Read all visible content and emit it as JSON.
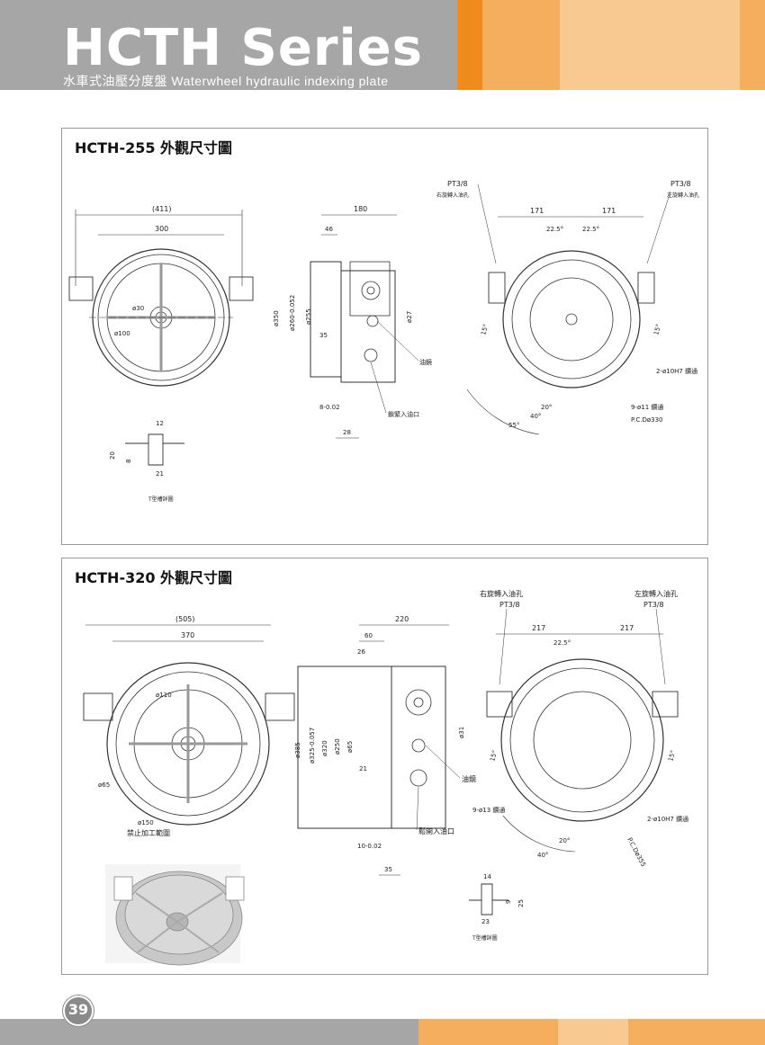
{
  "header": {
    "title": "HCTH Series",
    "subtitle": "水車式油壓分度盤 Waterwheel hydraulic indexing plate",
    "colors": {
      "gray": "#a6a6a6",
      "orange_dark": "#ef8a1c",
      "orange_mid": "#f5ad5e",
      "orange_light": "#f8c990"
    }
  },
  "section1": {
    "title": "HCTH-255 外觀尺寸圖",
    "front": {
      "d411": "(411)",
      "d300": "300",
      "phi30": "ø30",
      "phi100": "ø100"
    },
    "side": {
      "d180": "180",
      "d46": "46",
      "phi350": "ø350",
      "phi260": "ø260-0.052",
      "phi255": "ø255",
      "d35": "35",
      "phi27": "ø27",
      "oil_window": "油鏡",
      "d8": "8-0.02",
      "clamp_port": "鎖緊入油口",
      "d28": "28"
    },
    "rear": {
      "pt_left": "PT3/8",
      "pt_left_note": "右旋轉入油孔",
      "pt_right": "PT3/8",
      "pt_right_note": "左旋轉入油孔",
      "d171a": "171",
      "d171b": "171",
      "a225a": "22.5°",
      "a225b": "22.5°",
      "a15a": "15°",
      "a15b": "15°",
      "holes1": "2-ø10H7 鑽通",
      "a20": "20°",
      "holes2": "9-ø11 鑽通",
      "a40": "40°",
      "pcd": "P.C.Dø330",
      "a55": "55°"
    },
    "tslot": {
      "w12": "12",
      "h20": "20",
      "h8": "8",
      "w21": "21",
      "label": "T型槽詳圖"
    }
  },
  "section2": {
    "title": "HCTH-320 外觀尺寸圖",
    "front": {
      "d505": "(505)",
      "d370": "370",
      "phi110": "ø110",
      "phi65": "ø65",
      "phi150": "ø150",
      "no_machining": "禁止加工範圍"
    },
    "side": {
      "d220": "220",
      "d60": "60",
      "d26": "26",
      "phi385": "ø385",
      "phi325": "ø325-0.057",
      "phi320": "ø320",
      "phi250": "ø250",
      "phi65": "ø65",
      "d21": "21",
      "phi31": "ø31",
      "oil_window": "油鏡",
      "unclamp_port": "鬆開入油口",
      "d10": "10-0.02",
      "d35": "35"
    },
    "rear": {
      "pt_left_note": "右旋轉入油孔",
      "pt_left": "PT3/8",
      "pt_right_note": "左旋轉入油孔",
      "pt_right": "PT3/8",
      "d217a": "217",
      "d217b": "217",
      "a225": "22.5°",
      "a15a": "15°",
      "a15b": "15°",
      "holes1": "9-ø13 鑽通",
      "holes2": "2-ø10H7 鑽通",
      "a20": "20°",
      "pcd": "P.C.Dø355",
      "a40": "40°"
    },
    "tslot": {
      "w14": "14",
      "h9": "9",
      "h25": "25",
      "w23": "23",
      "label": "T型槽詳圖"
    }
  },
  "footer": {
    "page": "39"
  }
}
